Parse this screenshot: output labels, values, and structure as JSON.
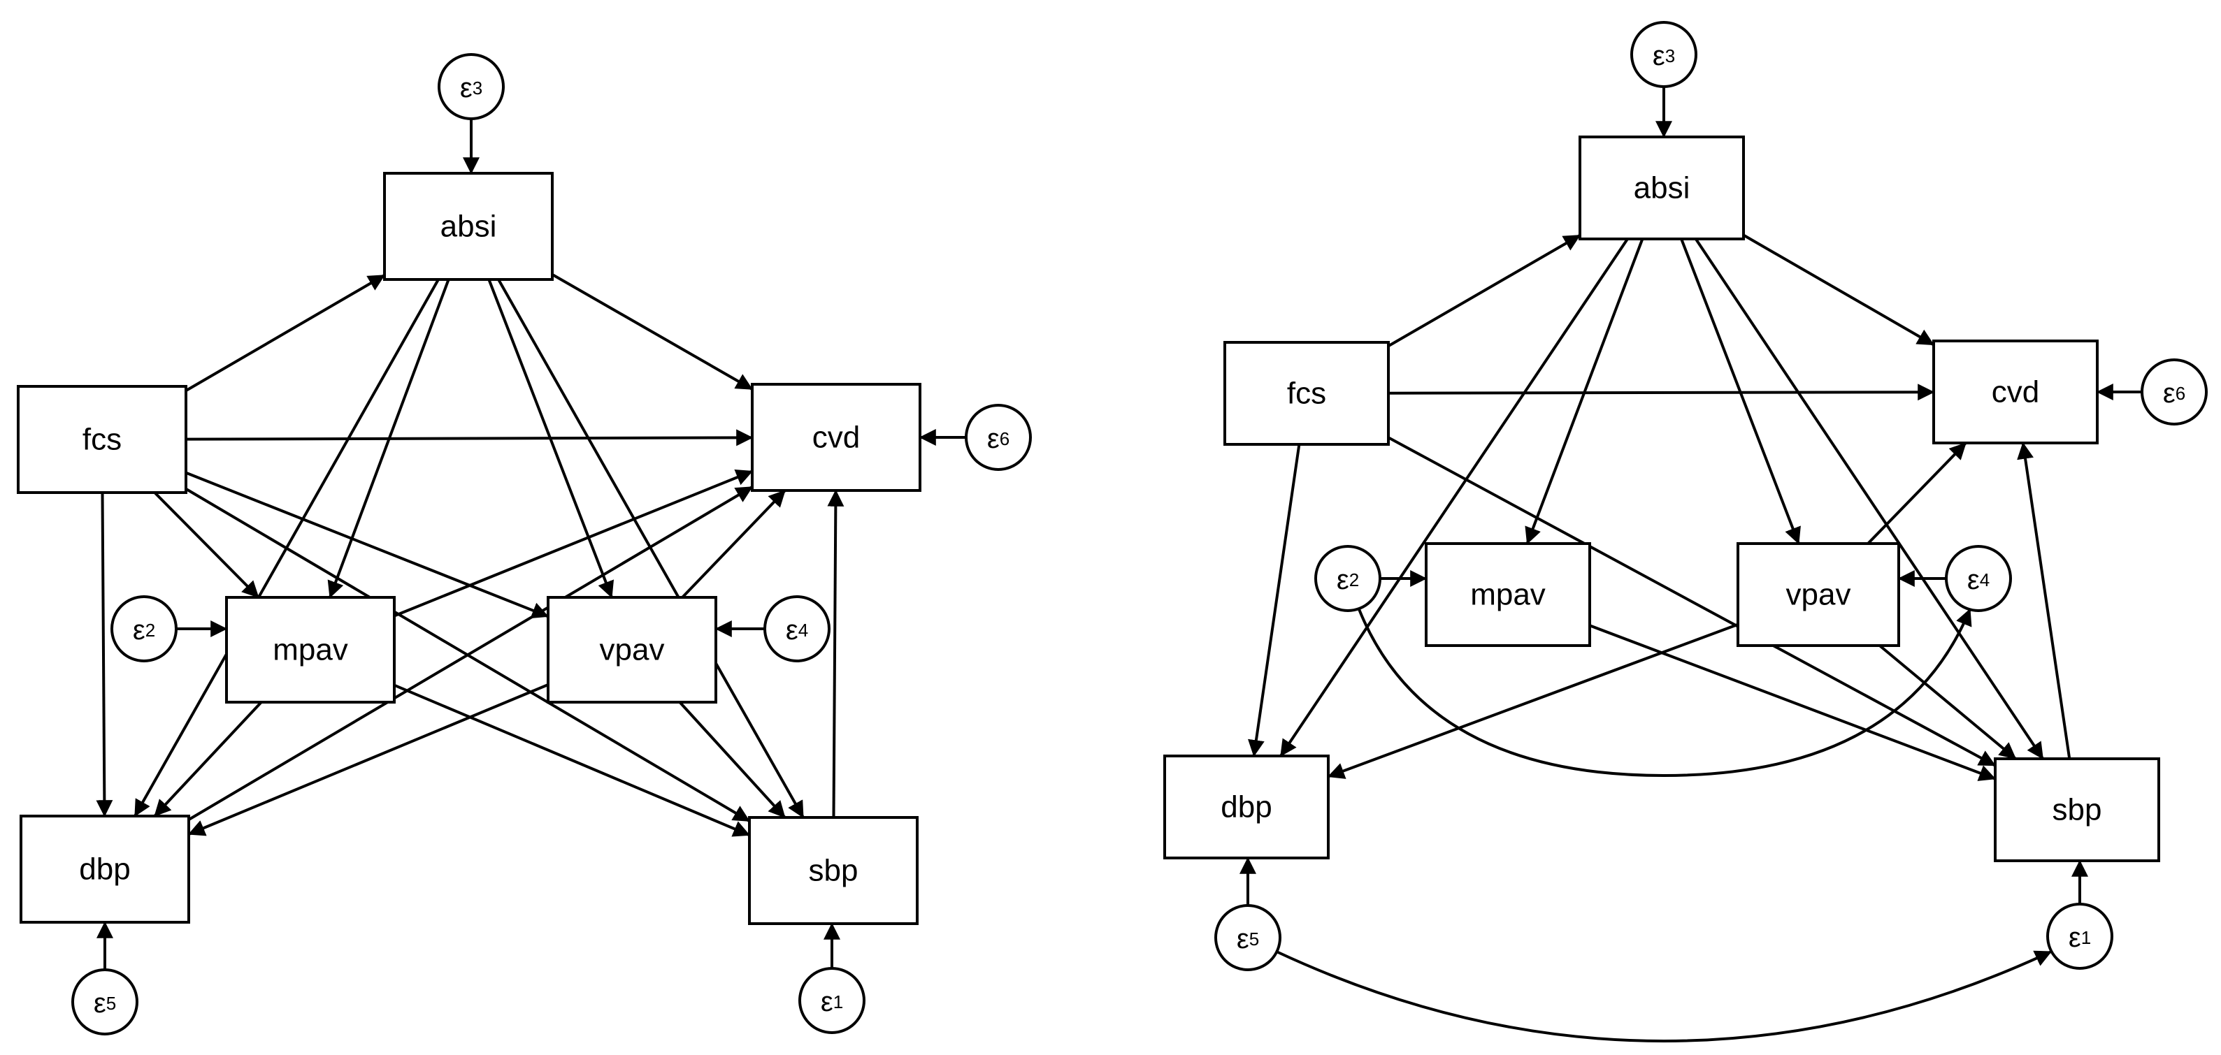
{
  "diagrams": [
    {
      "id": "left",
      "nodes": {
        "absi": "absi",
        "fcs": "fcs",
        "cvd": "cvd",
        "mpav": "mpav",
        "vpav": "vpav",
        "dbp": "dbp",
        "sbp": "sbp"
      },
      "errors": {
        "e3": {
          "symbol": "ε",
          "index": "3"
        },
        "e6": {
          "symbol": "ε",
          "index": "6"
        },
        "e2": {
          "symbol": "ε",
          "index": "2"
        },
        "e4": {
          "symbol": "ε",
          "index": "4"
        },
        "e5": {
          "symbol": "ε",
          "index": "5"
        },
        "e1": {
          "symbol": "ε",
          "index": "1"
        }
      },
      "edges": [
        [
          "fcs",
          "absi"
        ],
        [
          "fcs",
          "cvd"
        ],
        [
          "fcs",
          "mpav"
        ],
        [
          "fcs",
          "vpav"
        ],
        [
          "fcs",
          "dbp"
        ],
        [
          "fcs",
          "sbp"
        ],
        [
          "absi",
          "cvd"
        ],
        [
          "absi",
          "mpav"
        ],
        [
          "absi",
          "vpav"
        ],
        [
          "absi",
          "dbp"
        ],
        [
          "absi",
          "sbp"
        ],
        [
          "mpav",
          "cvd"
        ],
        [
          "mpav",
          "dbp"
        ],
        [
          "mpav",
          "sbp"
        ],
        [
          "vpav",
          "cvd"
        ],
        [
          "vpav",
          "dbp"
        ],
        [
          "vpav",
          "sbp"
        ],
        [
          "dbp",
          "cvd"
        ],
        [
          "sbp",
          "cvd"
        ]
      ]
    },
    {
      "id": "right",
      "nodes": {
        "absi": "absi",
        "fcs": "fcs",
        "cvd": "cvd",
        "mpav": "mpav",
        "vpav": "vpav",
        "dbp": "dbp",
        "sbp": "sbp"
      },
      "errors": {
        "e3": {
          "symbol": "ε",
          "index": "3"
        },
        "e6": {
          "symbol": "ε",
          "index": "6"
        },
        "e2": {
          "symbol": "ε",
          "index": "2"
        },
        "e4": {
          "symbol": "ε",
          "index": "4"
        },
        "e5": {
          "symbol": "ε",
          "index": "5"
        },
        "e1": {
          "symbol": "ε",
          "index": "1"
        }
      },
      "edges": [
        [
          "fcs",
          "absi"
        ],
        [
          "fcs",
          "cvd"
        ],
        [
          "fcs",
          "dbp"
        ],
        [
          "fcs",
          "sbp"
        ],
        [
          "absi",
          "cvd"
        ],
        [
          "absi",
          "mpav"
        ],
        [
          "absi",
          "vpav"
        ],
        [
          "absi",
          "dbp"
        ],
        [
          "absi",
          "sbp"
        ],
        [
          "vpav",
          "cvd"
        ],
        [
          "vpav",
          "dbp"
        ],
        [
          "vpav",
          "sbp"
        ],
        [
          "mpav",
          "sbp"
        ],
        [
          "sbp",
          "cvd"
        ]
      ],
      "covariances": [
        [
          "e2",
          "e4"
        ],
        [
          "e5",
          "e1"
        ]
      ]
    }
  ]
}
